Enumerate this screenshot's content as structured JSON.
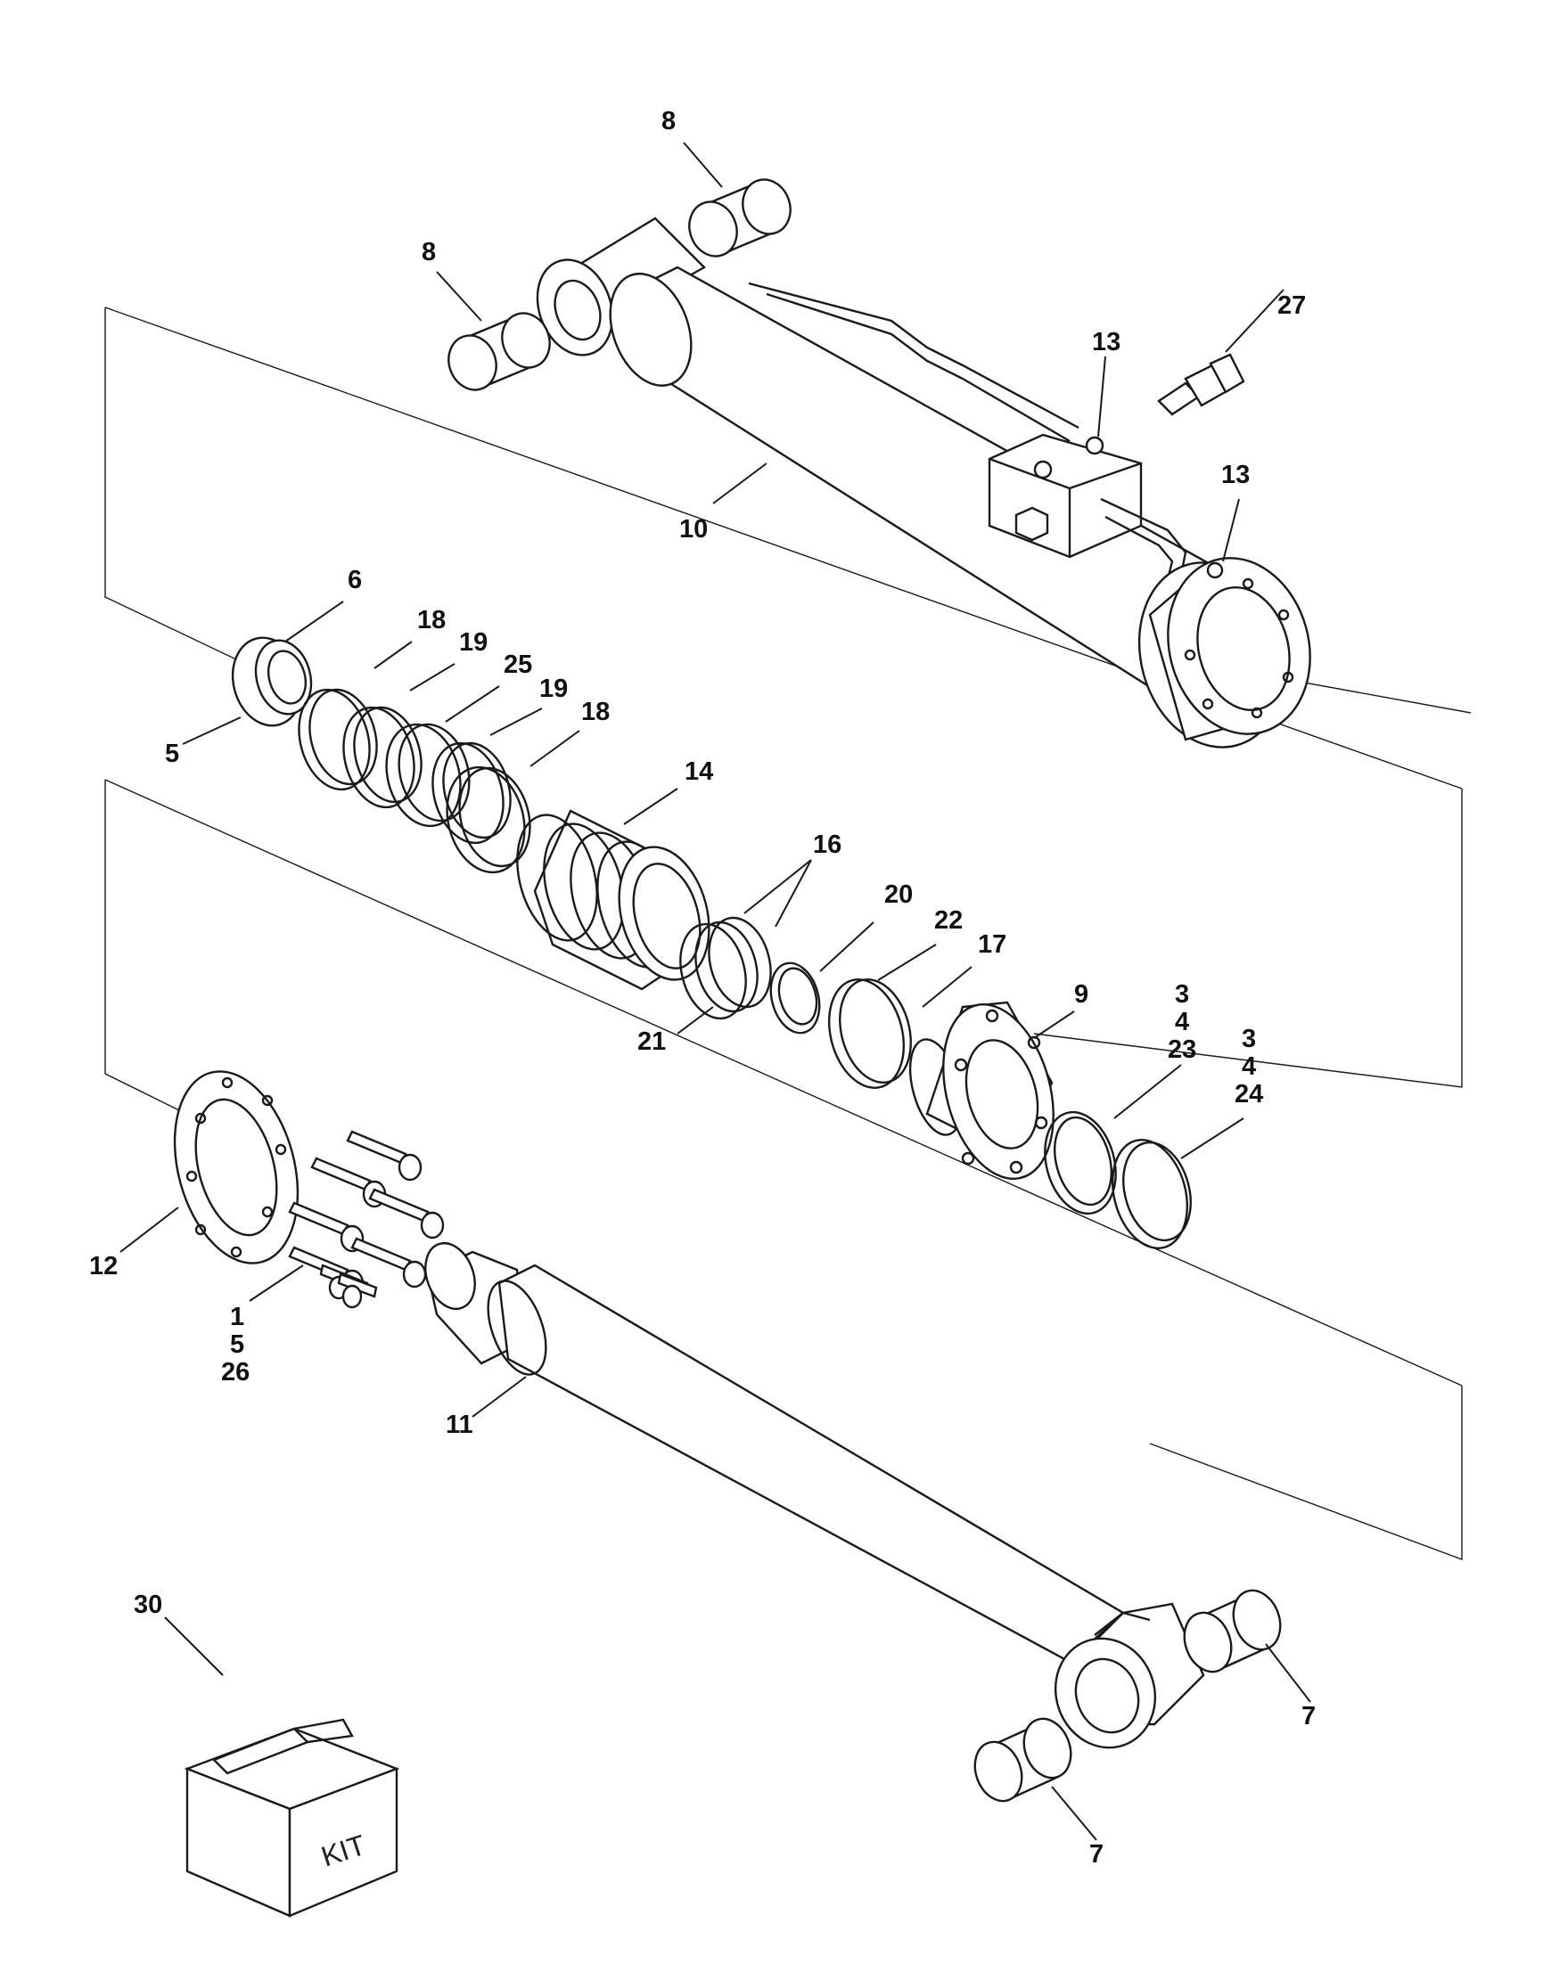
{
  "callouts": {
    "c1": "1",
    "c3": "3",
    "c4": "4",
    "c5": "5",
    "c6": "6",
    "c7": "7",
    "c8": "8",
    "c9": "9",
    "c10": "10",
    "c11": "11",
    "c12": "12",
    "c13": "13",
    "c14": "14",
    "c16": "16",
    "c17": "17",
    "c18": "18",
    "c19": "19",
    "c20": "20",
    "c21": "21",
    "c22": "22",
    "c23": "23",
    "c24": "24",
    "c25": "25",
    "c26": "26",
    "c27": "27",
    "c30": "30"
  },
  "kit_box_label": "KIT"
}
